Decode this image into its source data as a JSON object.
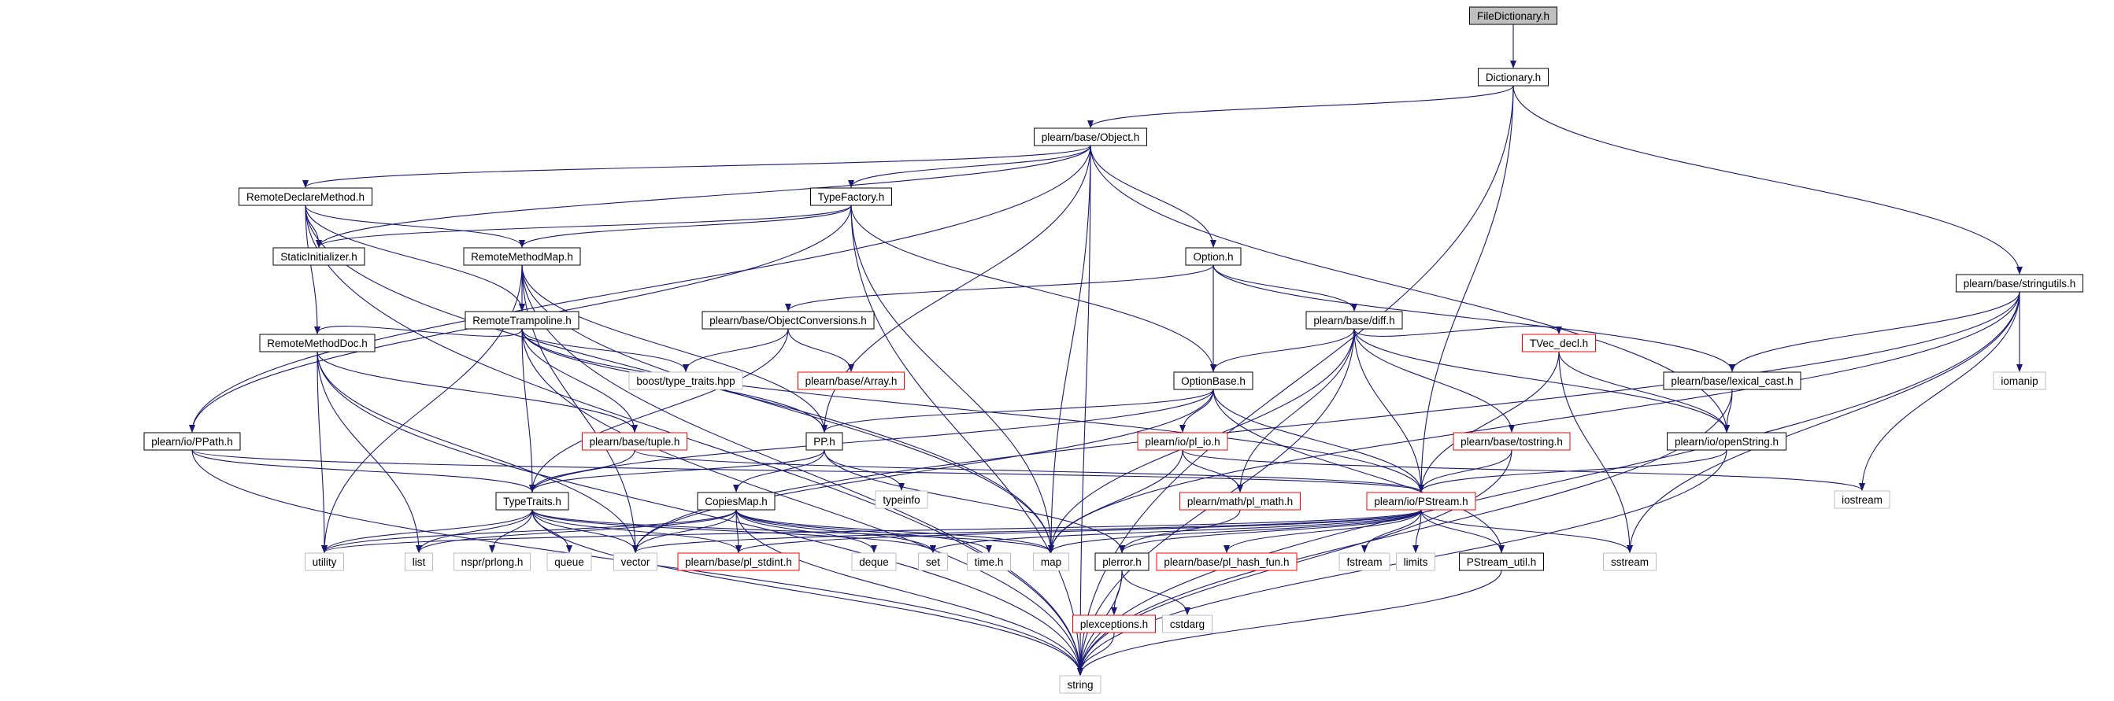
{
  "diagram": {
    "colors": {
      "edge": "#191970",
      "node_border": "#000000",
      "node_border_error": "#ff0000",
      "node_border_system": "#bfbfbf",
      "root_fill": "#bfbfbf",
      "node_fill": "#ffffff",
      "text": "#000000"
    },
    "nodes": [
      {
        "id": "FileDictionary",
        "label": "FileDictionary.h",
        "style": "root"
      },
      {
        "id": "Dictionary",
        "label": "Dictionary.h",
        "style": "normal"
      },
      {
        "id": "Object",
        "label": "plearn/base/Object.h",
        "style": "normal"
      },
      {
        "id": "stringutils",
        "label": "plearn/base/stringutils.h",
        "style": "normal"
      },
      {
        "id": "RemoteDeclareMethod",
        "label": "RemoteDeclareMethod.h",
        "style": "normal"
      },
      {
        "id": "TypeFactory",
        "label": "TypeFactory.h",
        "style": "normal"
      },
      {
        "id": "StaticInitializer",
        "label": "StaticInitializer.h",
        "style": "normal"
      },
      {
        "id": "RemoteMethodMap",
        "label": "RemoteMethodMap.h",
        "style": "normal"
      },
      {
        "id": "Option",
        "label": "Option.h",
        "style": "normal"
      },
      {
        "id": "ObjectConversions",
        "label": "plearn/base/ObjectConversions.h",
        "style": "normal"
      },
      {
        "id": "diff",
        "label": "plearn/base/diff.h",
        "style": "normal"
      },
      {
        "id": "RemoteTrampoline",
        "label": "RemoteTrampoline.h",
        "style": "normal"
      },
      {
        "id": "typetraitshpp",
        "label": "boost/type_traits.hpp",
        "style": "system"
      },
      {
        "id": "Array",
        "label": "plearn/base/Array.h",
        "style": "error"
      },
      {
        "id": "OptionBase",
        "label": "OptionBase.h",
        "style": "normal"
      },
      {
        "id": "TVec_decl",
        "label": "TVec_decl.h",
        "style": "error"
      },
      {
        "id": "lexical_cast",
        "label": "plearn/base/lexical_cast.h",
        "style": "normal"
      },
      {
        "id": "iomanip",
        "label": "iomanip",
        "style": "system"
      },
      {
        "id": "RemoteMethodDoc",
        "label": "RemoteMethodDoc.h",
        "style": "normal"
      },
      {
        "id": "PPath",
        "label": "plearn/io/PPath.h",
        "style": "normal"
      },
      {
        "id": "tuple",
        "label": "plearn/base/tuple.h",
        "style": "error"
      },
      {
        "id": "PP",
        "label": "PP.h",
        "style": "normal"
      },
      {
        "id": "pl_io",
        "label": "plearn/io/pl_io.h",
        "style": "error"
      },
      {
        "id": "tostring",
        "label": "plearn/base/tostring.h",
        "style": "error"
      },
      {
        "id": "openString",
        "label": "plearn/io/openString.h",
        "style": "normal"
      },
      {
        "id": "typeinfo",
        "label": "typeinfo",
        "style": "system"
      },
      {
        "id": "iostream",
        "label": "iostream",
        "style": "system"
      },
      {
        "id": "TypeTraits",
        "label": "TypeTraits.h",
        "style": "normal"
      },
      {
        "id": "CopiesMap",
        "label": "CopiesMap.h",
        "style": "normal"
      },
      {
        "id": "pl_math",
        "label": "plearn/math/pl_math.h",
        "style": "error"
      },
      {
        "id": "PStream",
        "label": "plearn/io/PStream.h",
        "style": "error"
      },
      {
        "id": "utility",
        "label": "utility",
        "style": "system"
      },
      {
        "id": "list",
        "label": "list",
        "style": "system"
      },
      {
        "id": "nsprlong",
        "label": "nspr/prlong.h",
        "style": "system"
      },
      {
        "id": "queue",
        "label": "queue",
        "style": "system"
      },
      {
        "id": "vector",
        "label": "vector",
        "style": "system"
      },
      {
        "id": "pl_stdint",
        "label": "plearn/base/pl_stdint.h",
        "style": "error"
      },
      {
        "id": "deque",
        "label": "deque",
        "style": "system"
      },
      {
        "id": "set",
        "label": "set",
        "style": "system"
      },
      {
        "id": "timeh",
        "label": "time.h",
        "style": "system"
      },
      {
        "id": "map",
        "label": "map",
        "style": "system"
      },
      {
        "id": "plerror",
        "label": "plerror.h",
        "style": "normal"
      },
      {
        "id": "pl_hash_fun",
        "label": "plearn/base/pl_hash_fun.h",
        "style": "error"
      },
      {
        "id": "fstream",
        "label": "fstream",
        "style": "system"
      },
      {
        "id": "limits",
        "label": "limits",
        "style": "system"
      },
      {
        "id": "PStream_util",
        "label": "PStream_util.h",
        "style": "normal"
      },
      {
        "id": "sstream",
        "label": "sstream",
        "style": "system"
      },
      {
        "id": "plexceptions",
        "label": "plexceptions.h",
        "style": "error"
      },
      {
        "id": "cstdarg",
        "label": "cstdarg",
        "style": "system"
      },
      {
        "id": "string",
        "label": "string",
        "style": "system"
      }
    ],
    "edges": [
      [
        "FileDictionary",
        "Dictionary"
      ],
      [
        "Dictionary",
        "Object"
      ],
      [
        "Dictionary",
        "stringutils"
      ],
      [
        "Dictionary",
        "string"
      ],
      [
        "Dictionary",
        "PStream"
      ],
      [
        "Object",
        "RemoteDeclareMethod"
      ],
      [
        "Object",
        "TypeFactory"
      ],
      [
        "Object",
        "StaticInitializer"
      ],
      [
        "Object",
        "Option"
      ],
      [
        "Object",
        "PP"
      ],
      [
        "Object",
        "PPath"
      ],
      [
        "Object",
        "map"
      ],
      [
        "Object",
        "openString"
      ],
      [
        "Object",
        "string"
      ],
      [
        "RemoteDeclareMethod",
        "StaticInitializer"
      ],
      [
        "RemoteDeclareMethod",
        "RemoteMethodMap"
      ],
      [
        "RemoteDeclareMethod",
        "RemoteTrampoline"
      ],
      [
        "RemoteDeclareMethod",
        "RemoteMethodDoc"
      ],
      [
        "RemoteDeclareMethod",
        "string"
      ],
      [
        "RemoteDeclareMethod",
        "map"
      ],
      [
        "TypeFactory",
        "StaticInitializer"
      ],
      [
        "TypeFactory",
        "RemoteMethodMap"
      ],
      [
        "TypeFactory",
        "OptionBase"
      ],
      [
        "TypeFactory",
        "map"
      ],
      [
        "TypeFactory",
        "string"
      ],
      [
        "TypeFactory",
        "PPath"
      ],
      [
        "RemoteMethodMap",
        "RemoteTrampoline"
      ],
      [
        "RemoteMethodMap",
        "PP"
      ],
      [
        "RemoteMethodMap",
        "map"
      ],
      [
        "RemoteMethodMap",
        "string"
      ],
      [
        "RemoteMethodMap",
        "utility"
      ],
      [
        "RemoteMethodMap",
        "vector"
      ],
      [
        "Option",
        "ObjectConversions"
      ],
      [
        "Option",
        "diff"
      ],
      [
        "Option",
        "OptionBase"
      ],
      [
        "Option",
        "lexical_cast"
      ],
      [
        "ObjectConversions",
        "typetraitshpp"
      ],
      [
        "ObjectConversions",
        "Array"
      ],
      [
        "ObjectConversions",
        "TypeTraits"
      ],
      [
        "diff",
        "OptionBase"
      ],
      [
        "diff",
        "TVec_decl"
      ],
      [
        "diff",
        "tostring"
      ],
      [
        "diff",
        "pl_math"
      ],
      [
        "diff",
        "PStream"
      ],
      [
        "diff",
        "openString"
      ],
      [
        "diff",
        "map"
      ],
      [
        "diff",
        "string"
      ],
      [
        "RemoteTrampoline",
        "RemoteMethodDoc"
      ],
      [
        "RemoteTrampoline",
        "typetraitshpp"
      ],
      [
        "RemoteTrampoline",
        "tuple"
      ],
      [
        "RemoteTrampoline",
        "PP"
      ],
      [
        "RemoteTrampoline",
        "TypeTraits"
      ],
      [
        "RemoteTrampoline",
        "PStream"
      ],
      [
        "RemoteTrampoline",
        "string"
      ],
      [
        "OptionBase",
        "PP"
      ],
      [
        "OptionBase",
        "pl_io"
      ],
      [
        "OptionBase",
        "PStream"
      ],
      [
        "OptionBase",
        "PStream_util"
      ],
      [
        "OptionBase",
        "TypeTraits"
      ],
      [
        "OptionBase",
        "vector"
      ],
      [
        "TVec_decl",
        "openString"
      ],
      [
        "TVec_decl",
        "PStream"
      ],
      [
        "TVec_decl",
        "sstream"
      ],
      [
        "lexical_cast",
        "openString"
      ],
      [
        "lexical_cast",
        "string"
      ],
      [
        "stringutils",
        "lexical_cast"
      ],
      [
        "stringutils",
        "iomanip"
      ],
      [
        "stringutils",
        "iostream"
      ],
      [
        "stringutils",
        "sstream"
      ],
      [
        "stringutils",
        "string"
      ],
      [
        "stringutils",
        "map"
      ],
      [
        "stringutils",
        "vector"
      ],
      [
        "RemoteMethodDoc",
        "tuple"
      ],
      [
        "RemoteMethodDoc",
        "utility"
      ],
      [
        "RemoteMethodDoc",
        "list"
      ],
      [
        "RemoteMethodDoc",
        "vector"
      ],
      [
        "RemoteMethodDoc",
        "string"
      ],
      [
        "PPath",
        "TypeTraits"
      ],
      [
        "PPath",
        "PStream"
      ],
      [
        "PPath",
        "string"
      ],
      [
        "tuple",
        "TypeTraits"
      ],
      [
        "tuple",
        "PStream"
      ],
      [
        "PP",
        "CopiesMap"
      ],
      [
        "PP",
        "typeinfo"
      ],
      [
        "PP",
        "TypeTraits"
      ],
      [
        "PP",
        "plerror"
      ],
      [
        "pl_io",
        "pl_math"
      ],
      [
        "pl_io",
        "iostream"
      ],
      [
        "pl_io",
        "map"
      ],
      [
        "tostring",
        "PStream"
      ],
      [
        "tostring",
        "string"
      ],
      [
        "openString",
        "PStream"
      ],
      [
        "openString",
        "string"
      ],
      [
        "TypeTraits",
        "utility"
      ],
      [
        "TypeTraits",
        "list"
      ],
      [
        "TypeTraits",
        "nsprlong"
      ],
      [
        "TypeTraits",
        "queue"
      ],
      [
        "TypeTraits",
        "vector"
      ],
      [
        "TypeTraits",
        "pl_stdint"
      ],
      [
        "TypeTraits",
        "set"
      ],
      [
        "TypeTraits",
        "map"
      ],
      [
        "TypeTraits",
        "string"
      ],
      [
        "CopiesMap",
        "map"
      ],
      [
        "CopiesMap",
        "vector"
      ],
      [
        "CopiesMap",
        "deque"
      ],
      [
        "CopiesMap",
        "set"
      ],
      [
        "CopiesMap",
        "timeh"
      ],
      [
        "CopiesMap",
        "pl_stdint"
      ],
      [
        "CopiesMap",
        "utility"
      ],
      [
        "CopiesMap",
        "list"
      ],
      [
        "CopiesMap",
        "string"
      ],
      [
        "pl_math",
        "plerror"
      ],
      [
        "PStream",
        "map"
      ],
      [
        "PStream",
        "plerror"
      ],
      [
        "PStream",
        "pl_hash_fun"
      ],
      [
        "PStream",
        "fstream"
      ],
      [
        "PStream",
        "limits"
      ],
      [
        "PStream",
        "PStream_util"
      ],
      [
        "PStream",
        "sstream"
      ],
      [
        "PStream",
        "set"
      ],
      [
        "PStream",
        "vector"
      ],
      [
        "PStream",
        "pl_stdint"
      ],
      [
        "PStream",
        "utility"
      ],
      [
        "plerror",
        "plexceptions"
      ],
      [
        "plerror",
        "cstdarg"
      ],
      [
        "plerror",
        "string"
      ],
      [
        "plexceptions",
        "string"
      ],
      [
        "PStream_util",
        "string"
      ]
    ]
  }
}
